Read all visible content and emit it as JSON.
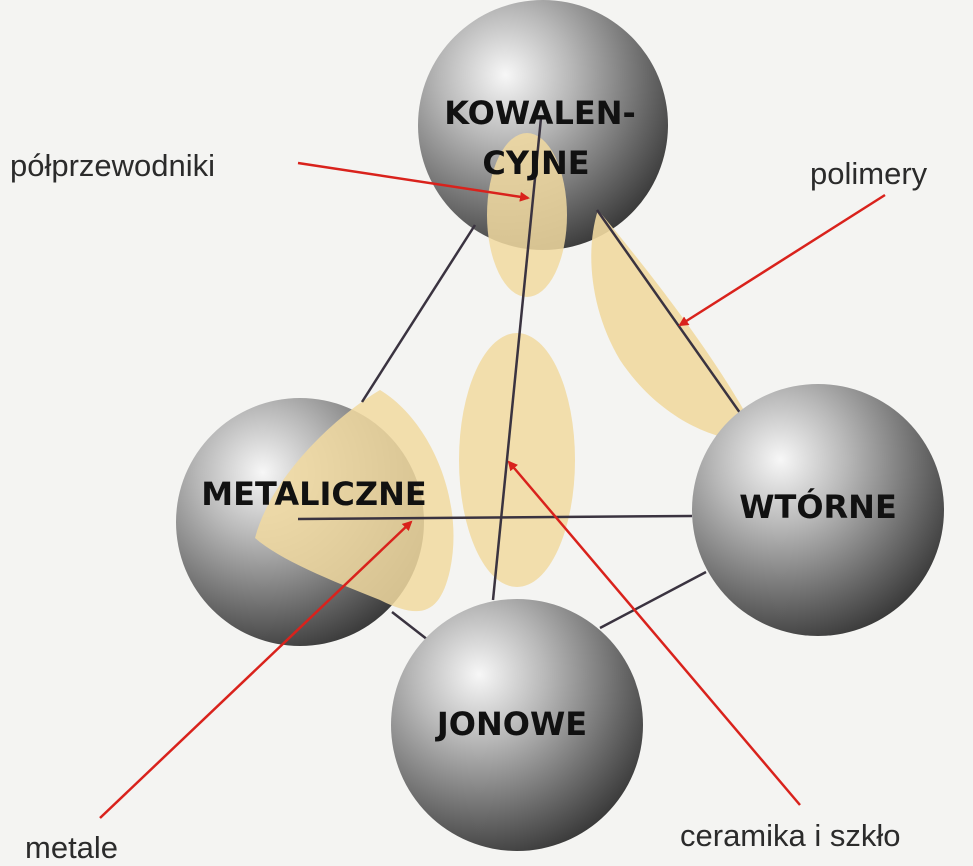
{
  "spheres": {
    "kowalencyjne_line1": "KOWALEN-",
    "kowalencyjne_line2": "CYJNE",
    "metaliczne": "METALICZNE",
    "wtorne": "WTÓRNE",
    "jonowe": "JONOWE"
  },
  "labels": {
    "polprzewodniki": "półprzewodniki",
    "polimery": "polimery",
    "metale": "metale",
    "ceramika": "ceramika i szkło"
  },
  "colors": {
    "background": "#f4f4f2",
    "region": "#f1d9a0",
    "arrow": "#d9221c",
    "edge": "#3a3340",
    "sphere_light": "#f2f2f2",
    "sphere_dark": "#3c3c3c"
  }
}
